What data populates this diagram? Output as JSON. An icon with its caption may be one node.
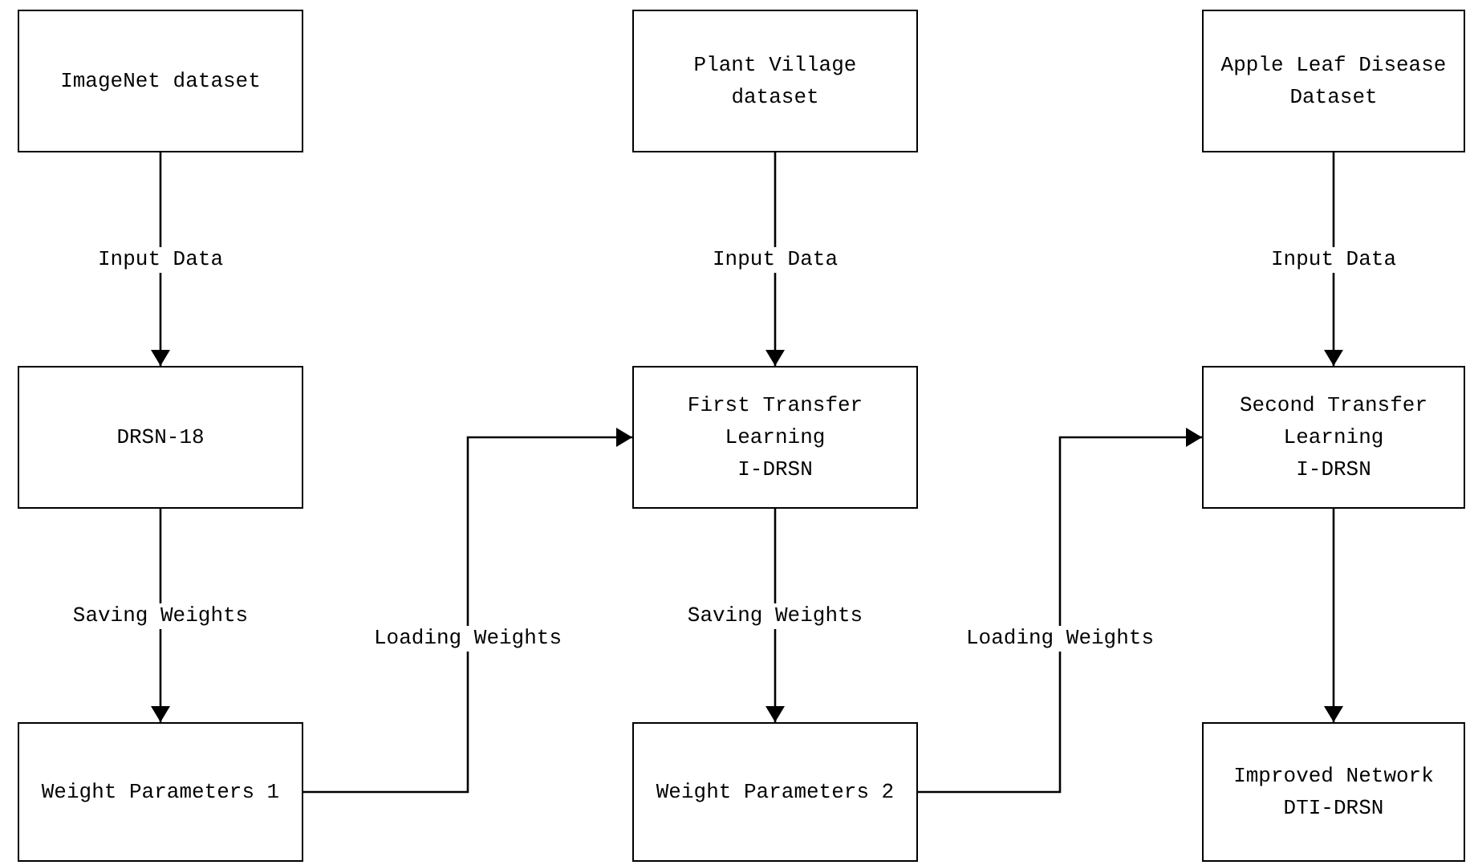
{
  "diagram": {
    "nodes": [
      {
        "text": [
          "ImageNet dataset"
        ]
      },
      {
        "text": [
          "Plant Village dataset"
        ]
      },
      {
        "text": [
          "Apple Leaf Disease Dataset"
        ]
      },
      {
        "text": [
          "DRSN-18"
        ]
      },
      {
        "text": [
          "First Transfer Learning",
          "I-DRSN"
        ]
      },
      {
        "text": [
          "Second Transfer Learning",
          "I-DRSN"
        ]
      },
      {
        "text": [
          "Weight Parameters 1"
        ]
      },
      {
        "text": [
          "Weight Parameters 2"
        ]
      },
      {
        "text": [
          "Improved Network",
          "DTI-DRSN"
        ]
      }
    ],
    "edges": [
      {
        "from": 0,
        "to": 3,
        "arrow": "to",
        "label": "Input Data"
      },
      {
        "from": 3,
        "to": 6,
        "arrow": "to",
        "label": "Saving Weights"
      },
      {
        "from": 6,
        "to": 4,
        "arrow": "to",
        "label": "Loading Weights"
      },
      {
        "from": 1,
        "to": 4,
        "arrow": "to",
        "label": "Input Data"
      },
      {
        "from": 4,
        "to": 7,
        "arrow": "to",
        "label": "Saving Weights"
      },
      {
        "from": 7,
        "to": 5,
        "arrow": "to",
        "label": "Loading Weights"
      },
      {
        "from": 2,
        "to": 5,
        "arrow": "to",
        "label": "Input Data"
      },
      {
        "from": 5,
        "to": 8,
        "arrow": "to"
      }
    ]
  }
}
